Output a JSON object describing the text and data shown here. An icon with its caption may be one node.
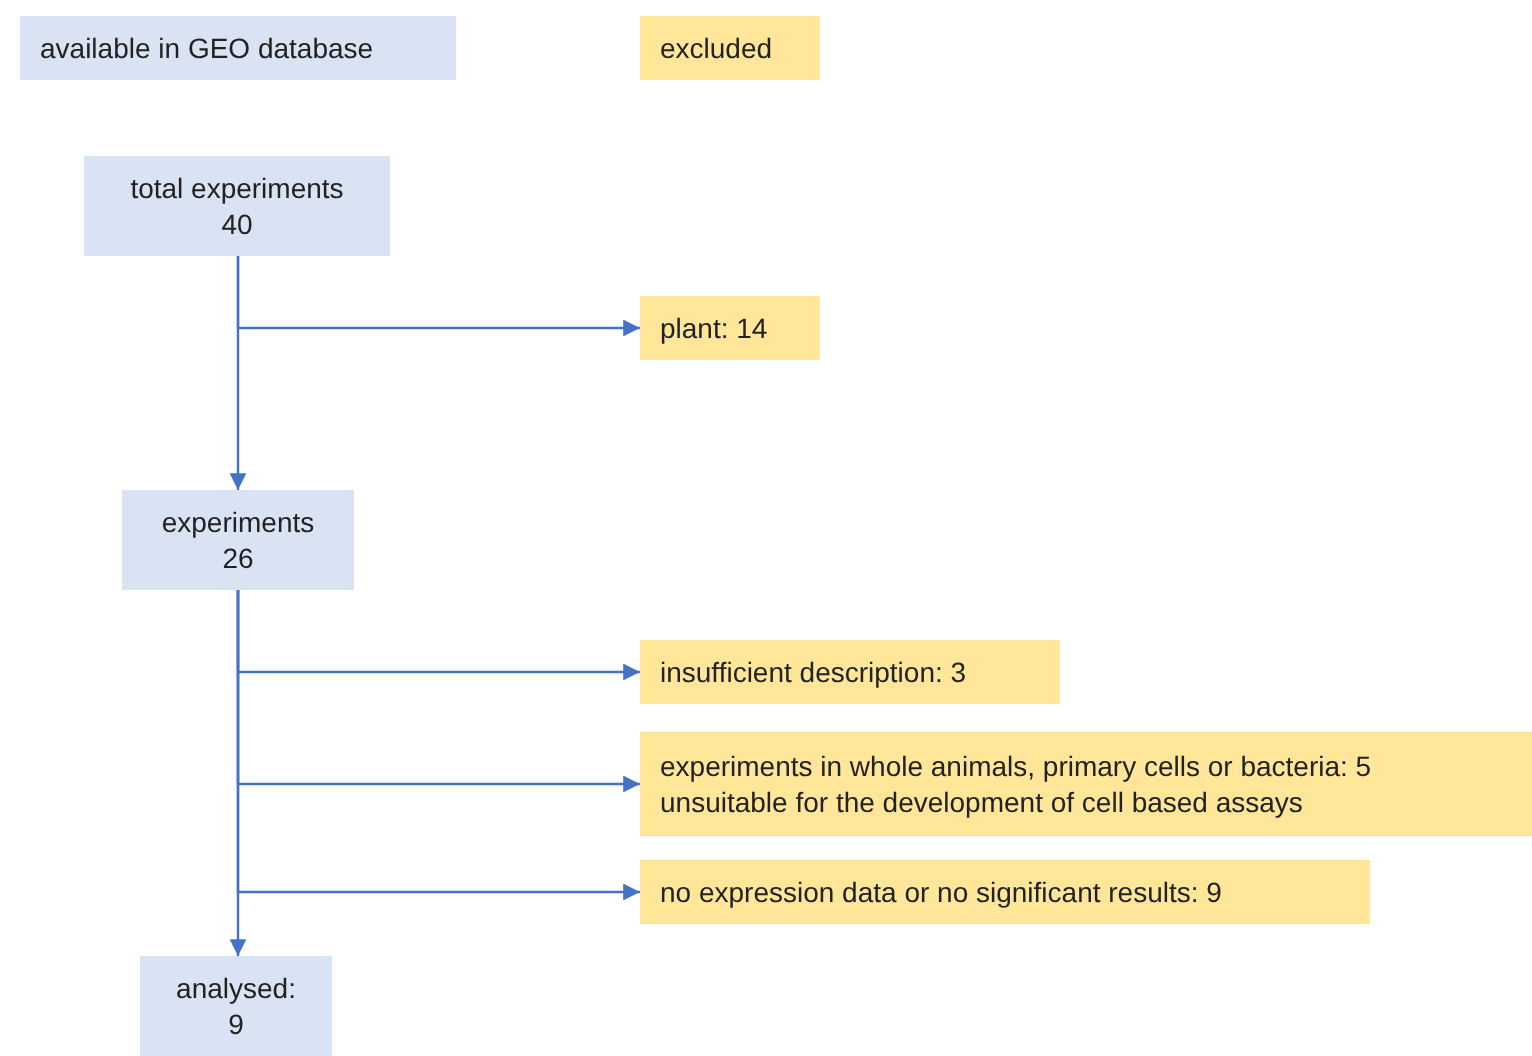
{
  "diagram": {
    "nodes": [
      {
        "text": [
          "total experiments",
          "40"
        ]
      },
      {
        "text": [
          "plant: 14"
        ]
      },
      {
        "text": [
          "experiments",
          "26"
        ]
      },
      {
        "text": [
          "insufficient description: 3"
        ]
      },
      {
        "text": [
          "experiments in whole animals, primary cells or bacteria: 5",
          "unsuitable for the development of cell based assays"
        ]
      },
      {
        "text": [
          "no expression data or no significant results: 9"
        ]
      },
      {
        "text": [
          "analysed:",
          "9"
        ]
      }
    ],
    "edges": [
      {
        "from": 0,
        "to": 1,
        "arrow": "to"
      },
      {
        "from": 0,
        "to": 2,
        "arrow": "to"
      },
      {
        "from": 2,
        "to": 3,
        "arrow": "to"
      },
      {
        "from": 2,
        "to": 4,
        "arrow": "to"
      },
      {
        "from": 2,
        "to": 5,
        "arrow": "to"
      },
      {
        "from": 2,
        "to": 6,
        "arrow": "to"
      }
    ],
    "legend": [
      {
        "text": "available in GEO database",
        "color": "#dae3f3"
      },
      {
        "text": "excluded",
        "color": "#ffe699"
      }
    ]
  }
}
